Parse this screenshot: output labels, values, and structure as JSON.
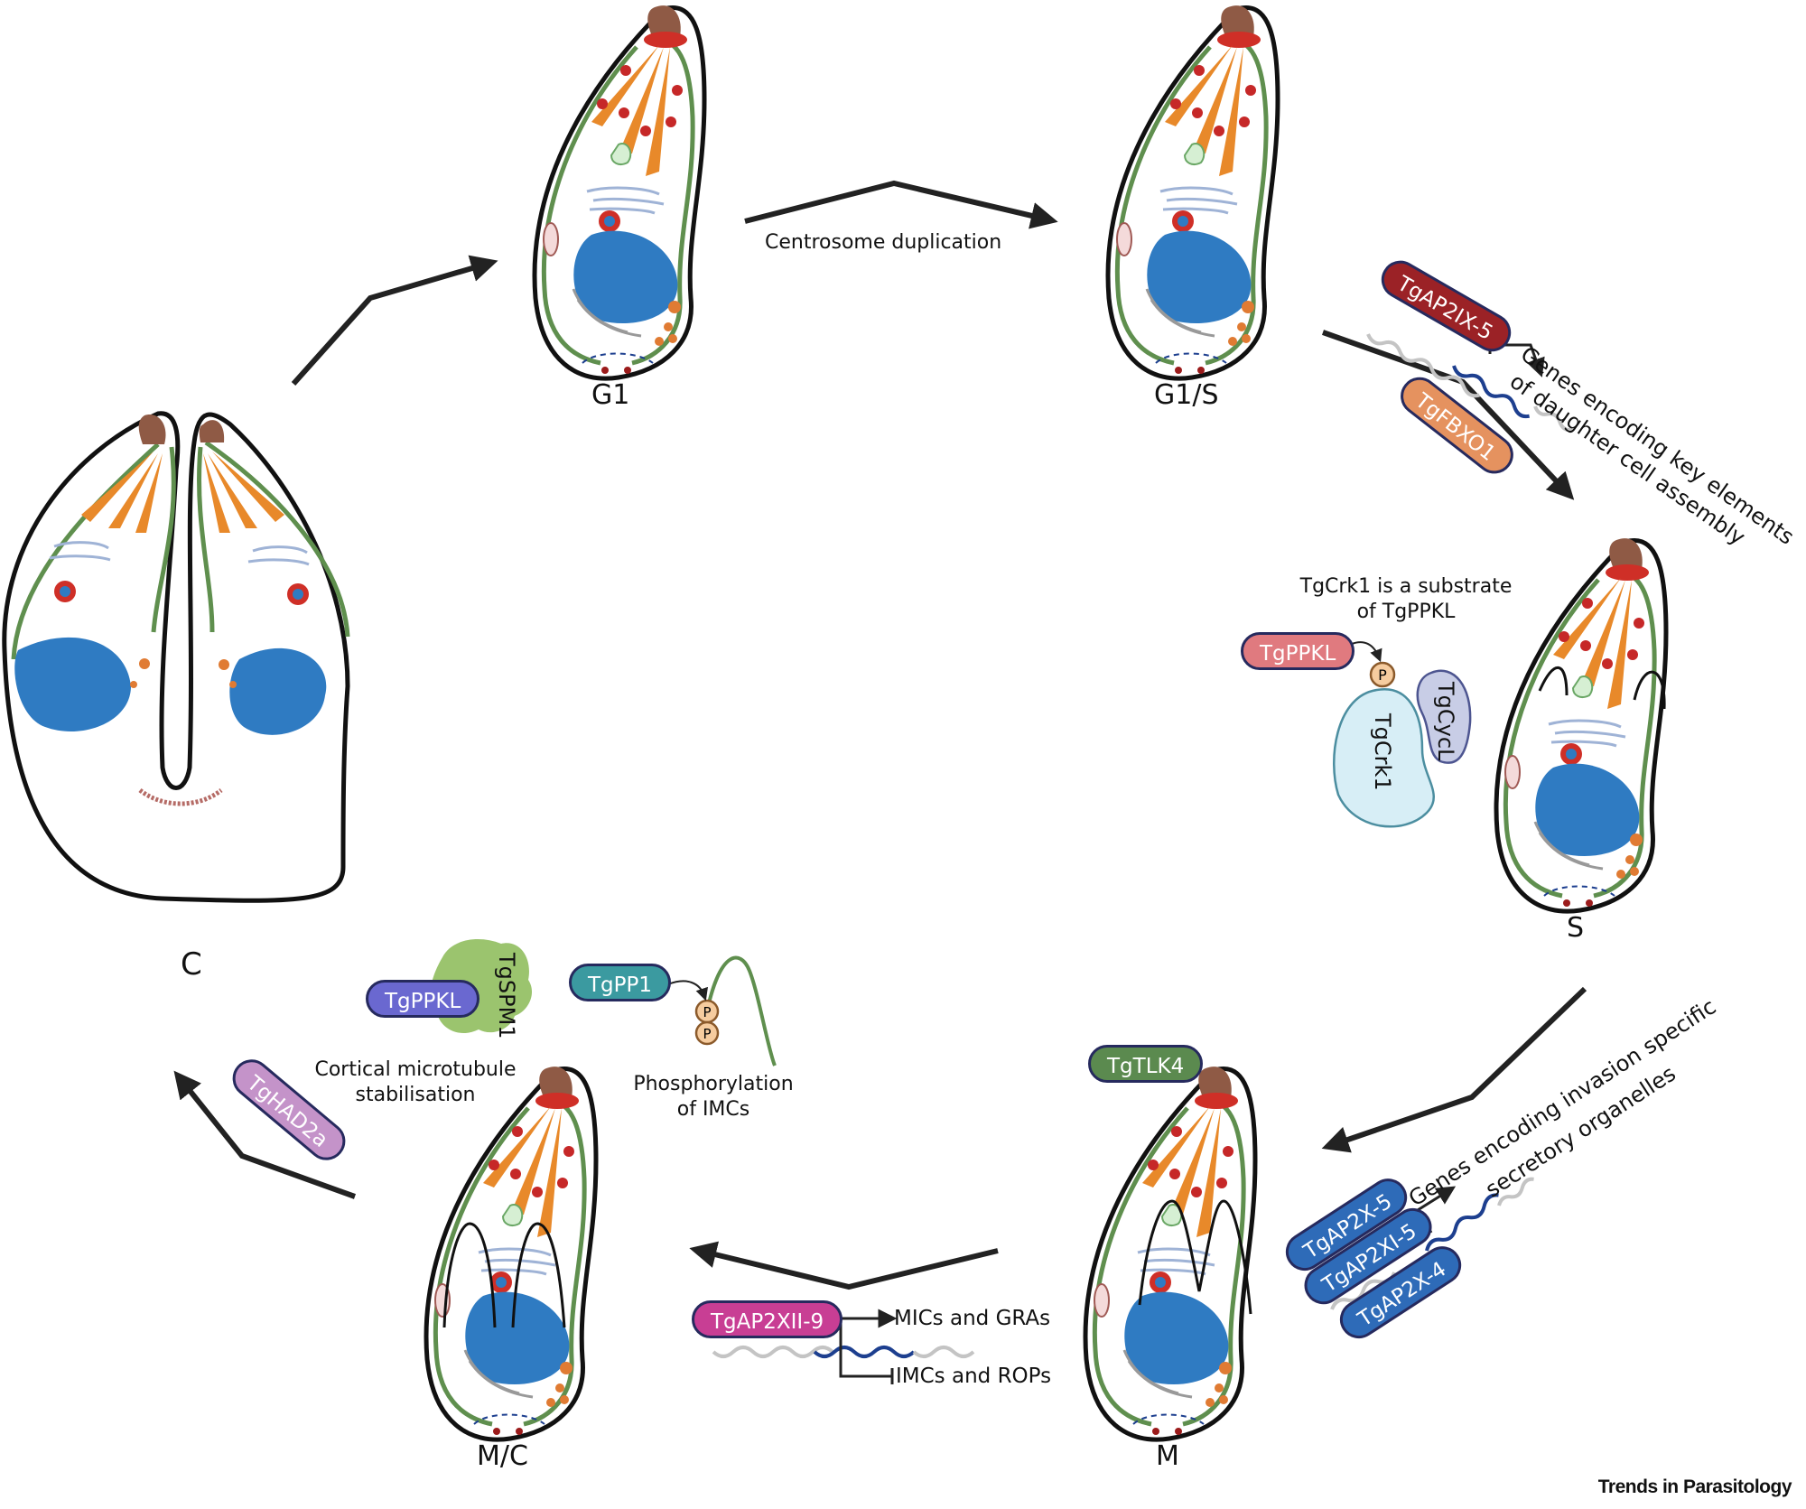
{
  "figure": {
    "journal_credit": "Trends in Parasitology",
    "colors": {
      "outline": "#111111",
      "imc_green": "#5f8f4e",
      "rhoptry_orange": "#e8892a",
      "conoid_brown": "#8f5a45",
      "apical_ring_red": "#cf2f27",
      "micronemes_red": "#c62828",
      "nucleus_blue": "#2f7bc2",
      "dna_blue": "#1d3f8f",
      "dna_grey": "#c4c4c4",
      "dense_granule_orange": "#e07b33"
    }
  },
  "stages": {
    "g1": "G1",
    "g1s": "G1/S",
    "s": "S",
    "m": "M",
    "mc": "M/C",
    "c": "C"
  },
  "transitions": {
    "g1_to_g1s": "Centrosome duplication"
  },
  "proteins": {
    "ap2ix5": {
      "label": "TgAP2IX-5",
      "color": "#9b2226"
    },
    "fbxo1": {
      "label": "TgFBXO1",
      "color": "#e5925f"
    },
    "ppkl_s": {
      "label": "TgPPKL",
      "color": "#e07a7f"
    },
    "crk1": {
      "label": "TgCrk1",
      "color": "#d7eef6"
    },
    "cycl": {
      "label": "TgCycL",
      "color": "#c8cde6"
    },
    "tlk4": {
      "label": "TgTLK4",
      "color": "#5b8a4f"
    },
    "ap2x5": {
      "label": "TgAP2X-5",
      "color": "#2e6bb8"
    },
    "ap2xi5": {
      "label": "TgAP2XI-5",
      "color": "#2e6bb8"
    },
    "ap2x4": {
      "label": "TgAP2X-4",
      "color": "#2e6bb8"
    },
    "ap2xii9": {
      "label": "TgAP2XII-9",
      "color": "#c83e94"
    },
    "pp1": {
      "label": "TgPP1",
      "color": "#3b9aa0"
    },
    "ppkl_mc": {
      "label": "TgPPKL",
      "color": "#6a68d0"
    },
    "spm1": {
      "label": "TgSPM1",
      "color": "#9bc46e"
    },
    "had2a": {
      "label": "TgHAD2a",
      "color": "#c493c9"
    }
  },
  "annotations": {
    "daughter_genes": [
      "Genes encoding key elements",
      "of daughter cell assembly"
    ],
    "crk1_substrate": [
      "TgCrk1 is a substrate",
      "of TgPPKL"
    ],
    "phospho_p": "P",
    "invasion_genes": [
      "Genes encoding invasion specific",
      "secretory organelles"
    ],
    "mics_gras": "MICs and GRAs",
    "imcs_rops": "IMCs and ROPs",
    "cortical": [
      "Cortical microtubule",
      "stabilisation"
    ],
    "phospho_imcs": [
      "Phosphorylation",
      "of IMCs"
    ]
  }
}
